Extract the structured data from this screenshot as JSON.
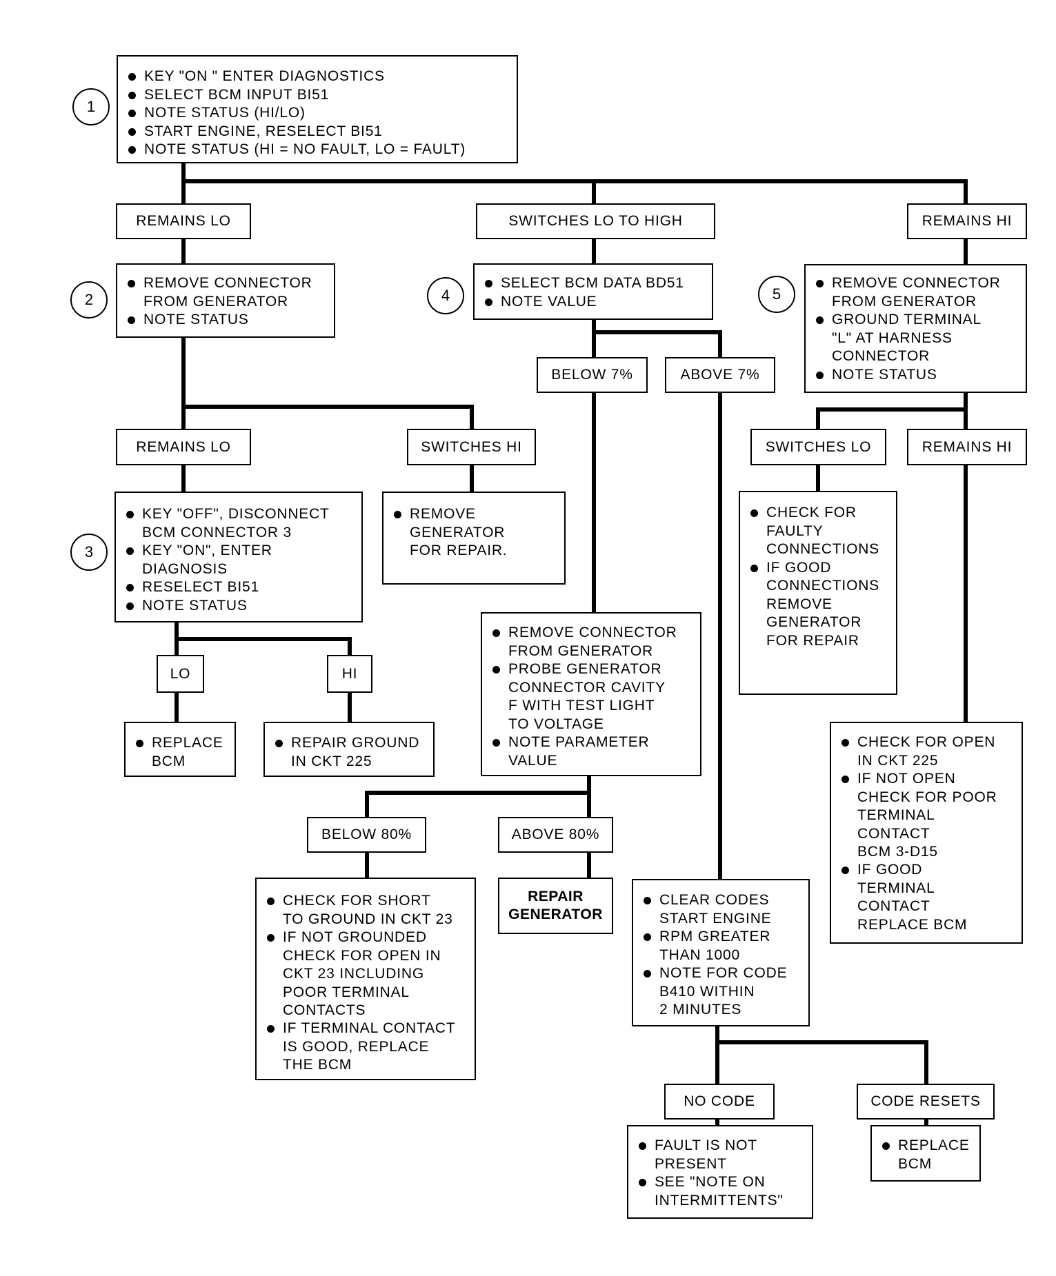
{
  "steps": {
    "s1": "1",
    "s2": "2",
    "s3": "3",
    "s4": "4",
    "s5": "5"
  },
  "boxes": {
    "step1": [
      "KEY \"ON \" ENTER DIAGNOSTICS",
      "SELECT BCM INPUT BI51",
      "NOTE STATUS (HI/LO)",
      "START ENGINE, RESELECT BI51",
      "NOTE STATUS (HI = NO FAULT, LO = FAULT)"
    ],
    "step2": [
      "REMOVE CONNECTOR\nFROM GENERATOR",
      "NOTE STATUS"
    ],
    "step3": [
      "KEY \"OFF\", DISCONNECT\nBCM CONNECTOR 3",
      "KEY \"ON\", ENTER\nDIAGNOSIS",
      "RESELECT BI51",
      "NOTE STATUS"
    ],
    "replace_bcm_1": [
      "REPLACE\nBCM"
    ],
    "repair_ground_225": [
      "REPAIR GROUND\nIN CKT 225"
    ],
    "remove_generator": [
      "REMOVE\nGENERATOR\nFOR REPAIR."
    ],
    "step4": [
      "SELECT BCM DATA BD51",
      "NOTE VALUE"
    ],
    "probe_generator": [
      "REMOVE CONNECTOR\nFROM GENERATOR",
      "PROBE GENERATOR\nCONNECTOR CAVITY\nF WITH TEST LIGHT\nTO VOLTAGE",
      "NOTE PARAMETER\nVALUE"
    ],
    "check_short_23": [
      "CHECK FOR SHORT\nTO GROUND IN CKT 23",
      "IF NOT GROUNDED\nCHECK FOR OPEN IN\nCKT 23 INCLUDING\nPOOR TERMINAL\nCONTACTS",
      "IF TERMINAL CONTACT\nIS GOOD, REPLACE\nTHE BCM"
    ],
    "clear_codes": [
      "CLEAR CODES\nSTART ENGINE",
      "RPM GREATER\nTHAN 1000",
      "NOTE FOR CODE\nB410 WITHIN\n2 MINUTES"
    ],
    "fault_not_present": [
      "FAULT IS NOT\nPRESENT",
      "SEE \"NOTE ON\nINTERMITTENTS\""
    ],
    "replace_bcm_2": [
      "REPLACE\nBCM"
    ],
    "step5": [
      "REMOVE CONNECTOR\nFROM GENERATOR",
      "GROUND TERMINAL\n\"L\" AT HARNESS\nCONNECTOR",
      "NOTE STATUS"
    ],
    "check_faulty_connections": [
      "CHECK FOR\nFAULTY\nCONNECTIONS",
      "IF GOOD\nCONNECTIONS\nREMOVE\nGENERATOR\nFOR REPAIR"
    ],
    "check_open_225": [
      "CHECK FOR OPEN\nIN CKT 225",
      "IF NOT OPEN\nCHECK FOR POOR\nTERMINAL\nCONTACT\nBCM 3-D15",
      "IF GOOD\nTERMINAL\nCONTACT\nREPLACE BCM"
    ]
  },
  "labels": {
    "remains_lo_1": "REMAINS LO",
    "switches_lo_to_high": "SWITCHES LO TO HIGH",
    "remains_hi_1": "REMAINS HI",
    "remains_lo_2": "REMAINS LO",
    "switches_hi": "SWITCHES HI",
    "lo": "LO",
    "hi": "HI",
    "below_7": "BELOW 7%",
    "above_7": "ABOVE 7%",
    "below_80": "BELOW 80%",
    "above_80": "ABOVE 80%",
    "no_code": "NO CODE",
    "code_resets": "CODE RESETS",
    "switches_lo": "SWITCHES  LO",
    "remains_hi_2": "REMAINS HI"
  },
  "repair_generator": "REPAIR\nGENERATOR"
}
